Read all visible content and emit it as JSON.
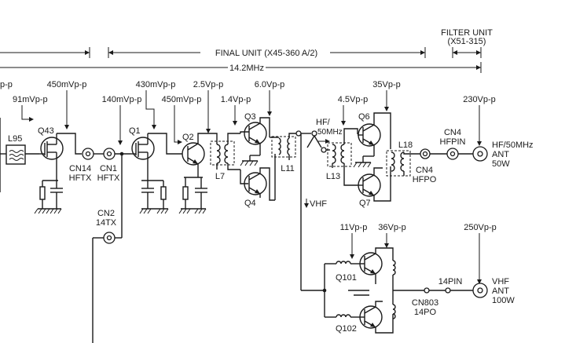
{
  "sections": {
    "filter_unit": "FILTER UNIT",
    "filter_unit_code": "(X51-315)",
    "final_unit": "FINAL UNIT (X45-360 A/2)",
    "freq": "14.2MHz"
  },
  "levels": {
    "l_cut": "p-p",
    "l_91": "91mVp-p",
    "l_450a": "450mVp-p",
    "l_140": "140mVp-p",
    "l_430": "430mVp-p",
    "l_450b": "450mVp-p",
    "l_25": "2.5Vp-p",
    "l_14": "1.4Vp-p",
    "l_60": "6.0Vp-p",
    "l_45": "4.5Vp-p",
    "l_35": "35Vp-p",
    "l_230": "230Vp-p",
    "l_11": "11Vp-p",
    "l_36": "36Vp-p",
    "l_250": "250Vp-p"
  },
  "parts": {
    "l95": "L95",
    "q43": "Q43",
    "q1": "Q1",
    "q2": "Q2",
    "q3": "Q3",
    "q4": "Q4",
    "l7": "L7",
    "l11": "L11",
    "q6": "Q6",
    "q7": "Q7",
    "l13": "L13",
    "l18": "L18",
    "q101": "Q101",
    "q102": "Q102",
    "hf50": "HF/",
    "hf50b": "50MHz",
    "vhf": "VHF"
  },
  "connectors": {
    "cn14": "CN14",
    "cn14b": "HFTX",
    "cn1": "CN1",
    "cn1b": "HFTX",
    "cn2": "CN2",
    "cn2b": "14TX",
    "cn4a": "CN4",
    "cn4ab": "HFPIN",
    "cn4b": "CN4",
    "cn4bb": "HFPO",
    "cn803": "CN803",
    "cn803b": "14PO",
    "pin14": "14PIN"
  },
  "outputs": {
    "hf1": "HF/50MHz",
    "hf2": "ANT",
    "hf3": "50W",
    "vhf1": "VHF",
    "vhf2": "ANT",
    "vhf3": "100W"
  }
}
